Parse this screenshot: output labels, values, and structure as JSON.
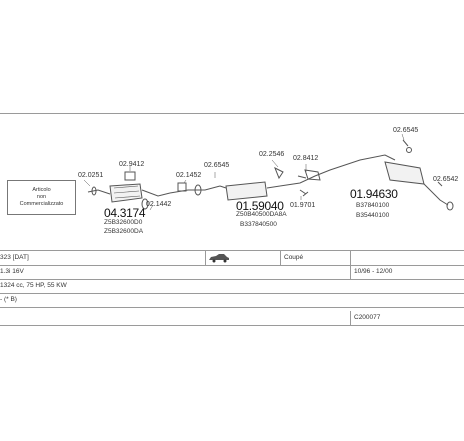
{
  "diagram": {
    "note_box": {
      "line1": "Articolo",
      "line2": "non",
      "line3": "Commercializzato"
    },
    "part_codes": {
      "p1": "02.0251",
      "p2": "02.9412",
      "p3": "02.1442",
      "p4": "02.1452",
      "p5": "02.6545",
      "p6": "02.2546",
      "p7": "02.8412",
      "p8": "01.9701",
      "p9": "02.6545",
      "p10": "02.6542"
    },
    "main_codes": {
      "cat": "04.3174",
      "mid": "01.59040",
      "rear": "01.94630"
    },
    "oem_codes": {
      "cat1": "Z5B32600D0",
      "cat2": "Z5B32600DA",
      "mid1": "Z50B40500DA8A",
      "mid2": "B337840500",
      "rear1": "B37840100",
      "rear2": "B35440100"
    }
  },
  "info": {
    "row1": {
      "model": "323  [DAT]",
      "body": "Coupé"
    },
    "row2": {
      "engine": "1.3i 16V",
      "years": "10/96 - 12/00"
    },
    "row3": {
      "spec": "1324 cc, 75 HP, 55 KW"
    },
    "row4": {
      "misc": "- (* B)"
    },
    "row5": {
      "ref": "C200077"
    }
  }
}
